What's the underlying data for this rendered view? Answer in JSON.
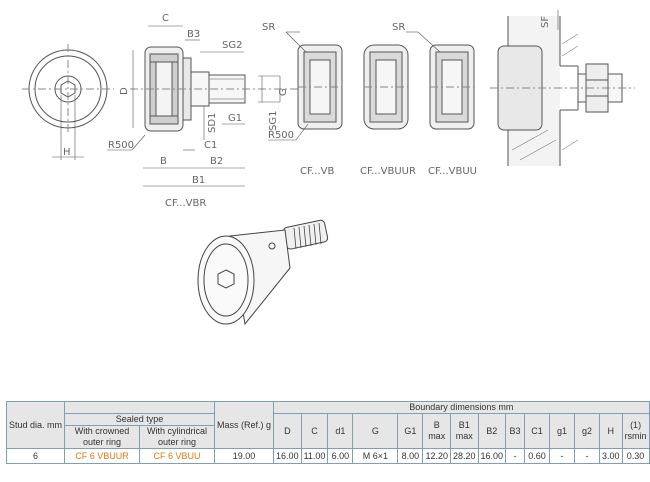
{
  "drawing": {
    "labels": {
      "C": "C",
      "B3": "B3",
      "SG2": "SG2",
      "SR": "SR",
      "SF": "SF",
      "D": "D",
      "G": "G",
      "SD1": "SD1",
      "G1": "G1",
      "SG1": "SG1",
      "C1": "C1",
      "R500": "R500",
      "B": "B",
      "B2": "B2",
      "B1": "B1",
      "H": "H"
    },
    "captions": {
      "vb": "CF...VB",
      "vbuur": "CF...VBUUR",
      "vbuu": "CF...VBUU",
      "vbr": "CF...VBR"
    }
  },
  "table": {
    "stud_dia": "Stud dia. mm",
    "sealed_type": "Sealed type",
    "crowned": "With crowned outer ring",
    "cylindrical": "With cylindrical outer ring",
    "mass": "Mass (Ref.) g",
    "boundary": "Boundary dimensions   mm",
    "cols": [
      "D",
      "C",
      "d1",
      "G",
      "G1",
      "B max",
      "B1 max",
      "B2",
      "B3",
      "C1",
      "g1",
      "g2",
      "H",
      "(1) rsmin"
    ],
    "row": {
      "stud": "6",
      "crowned_model": "CF 6 VBUUR",
      "cyl_model": "CF 6 VBUU",
      "mass": "19.00",
      "values": [
        "16.00",
        "11.00",
        "6.00",
        "M 6×1",
        "8.00",
        "12.20",
        "28.20",
        "16.00",
        "-",
        "0.60",
        "-",
        "-",
        "3.00",
        "0.30"
      ]
    }
  }
}
